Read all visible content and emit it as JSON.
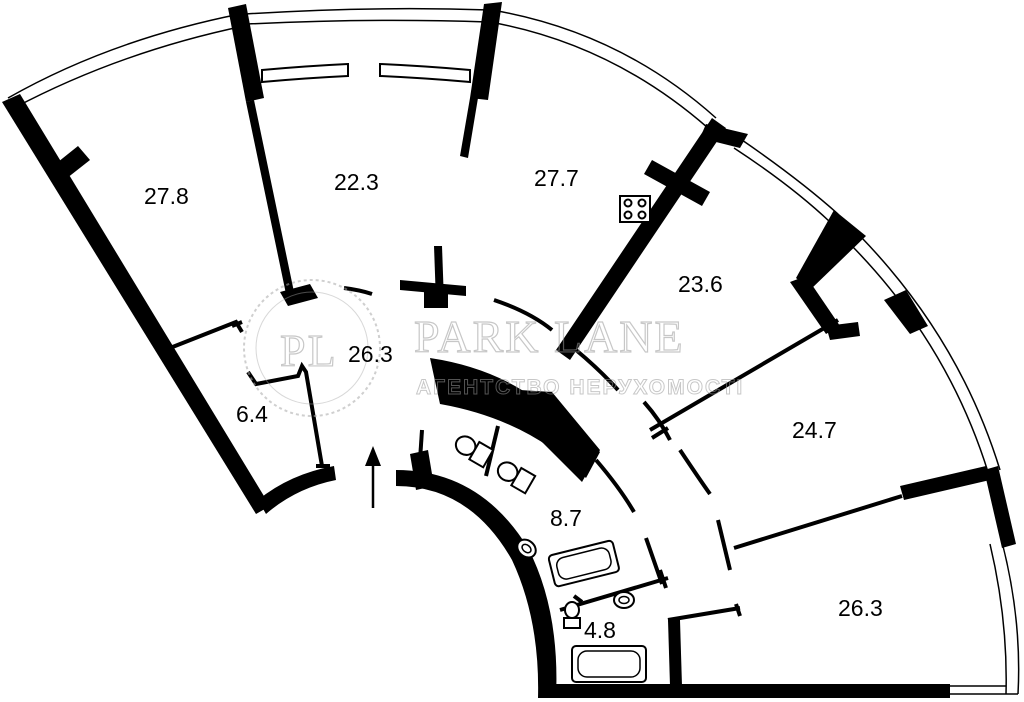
{
  "rooms": [
    {
      "id": "room-27-8",
      "area": "27.8"
    },
    {
      "id": "room-22-3",
      "area": "22.3"
    },
    {
      "id": "room-27-7",
      "area": "27.7"
    },
    {
      "id": "room-23-6",
      "area": "23.6"
    },
    {
      "id": "room-26-3-hall",
      "area": "26.3"
    },
    {
      "id": "room-6-4",
      "area": "6.4"
    },
    {
      "id": "room-24-7",
      "area": "24.7"
    },
    {
      "id": "room-8-7",
      "area": "8.7"
    },
    {
      "id": "room-4-8",
      "area": "4.8"
    },
    {
      "id": "room-26-3",
      "area": "26.3"
    }
  ],
  "watermark": {
    "logo_text": "PL",
    "brand": "PARK LANE",
    "subtitle": "АГЕНТСТВО НЕРУХОМОСТІ"
  },
  "icons": [
    "entrance-arrow-icon",
    "stove-icon",
    "toilet-icon",
    "sink-icon",
    "bathtub-icon"
  ]
}
